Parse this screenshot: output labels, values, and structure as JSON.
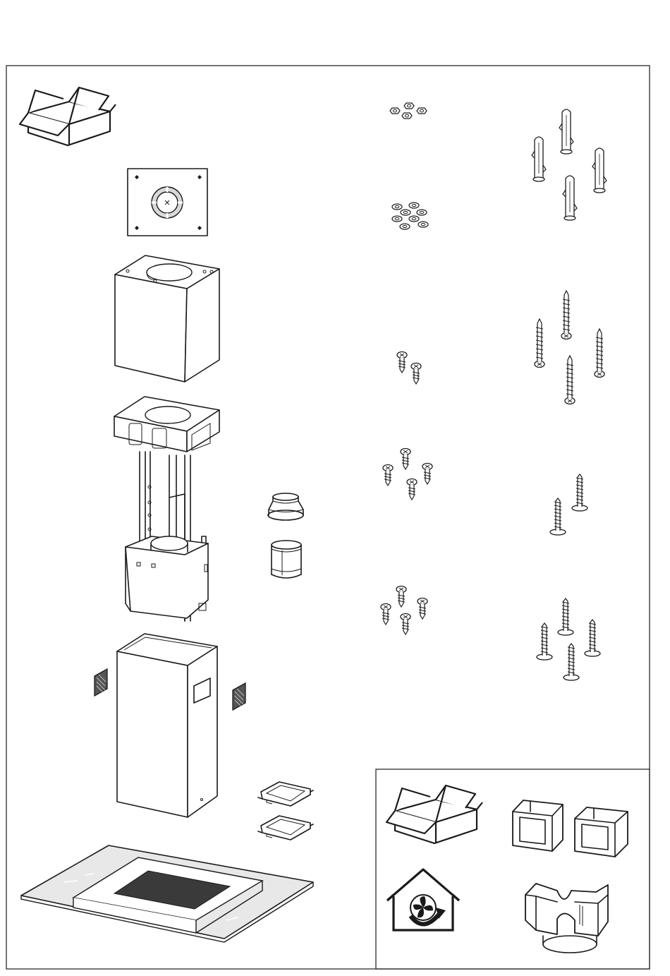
{
  "diagram": {
    "kind": "parts-list-illustration",
    "colors": {
      "line": "#1a1a1a",
      "background": "#ffffff",
      "glass": "#e8e8e8",
      "filter": "#3a3a3a"
    },
    "parts": [
      "open-box-icon",
      "mounting-plate",
      "chimney-cover-upper",
      "telescopic-frame",
      "duct-adapter",
      "duct-connector",
      "chimney-cover-lower",
      "grease-filter",
      "vent-grille",
      "canopy-hood",
      "nut",
      "washer",
      "screw-pair",
      "screw-set-4",
      "screw-set-4-b",
      "wall-anchor",
      "long-wood-screw",
      "flange-bolt-pair",
      "flange-bolt-set-4"
    ],
    "optional_kit": [
      "open-box-icon",
      "duct-clamp",
      "recirculation-icon",
      "carbon-filter-holder"
    ]
  }
}
